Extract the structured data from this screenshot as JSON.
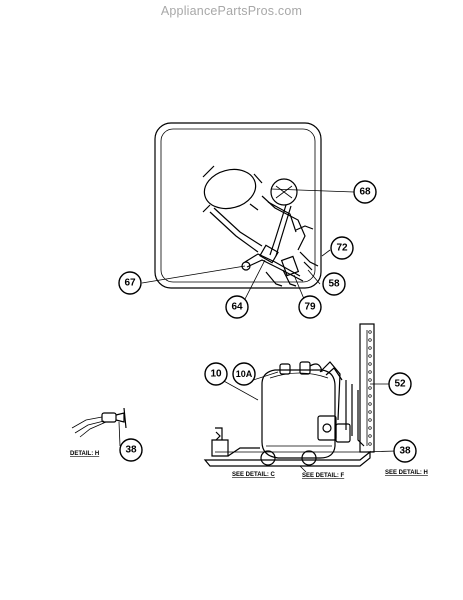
{
  "watermark": "AppliancePartsPros.com",
  "callouts": {
    "c68": "68",
    "c72": "72",
    "c67": "67",
    "c58": "58",
    "c64": "64",
    "c79": "79",
    "c10": "10",
    "c10a": "10A",
    "c52": "52",
    "c38_left": "38",
    "c38_right": "38"
  },
  "captions": {
    "detail_h_left": "DETAIL: H",
    "see_detail_c": "SEE DETAIL: C",
    "see_detail_f": "SEE DETAIL: F",
    "see_detail_h": "SEE DETAIL: H"
  }
}
